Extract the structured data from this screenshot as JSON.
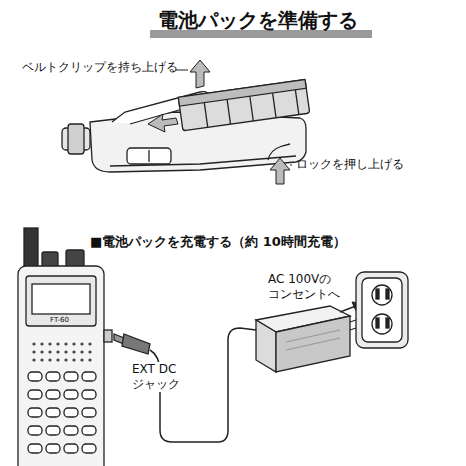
{
  "diagram": {
    "title": "電池パックを準備する",
    "labels": [
      "ベルトクリップを持ち上げる",
      "ロックを押し上げる",
      "■電池パックを充電する（約 10時間充電）",
      "AC 100Vの コンセントへ",
      "EXT DC ジャック",
      "FT-60"
    ]
  }
}
